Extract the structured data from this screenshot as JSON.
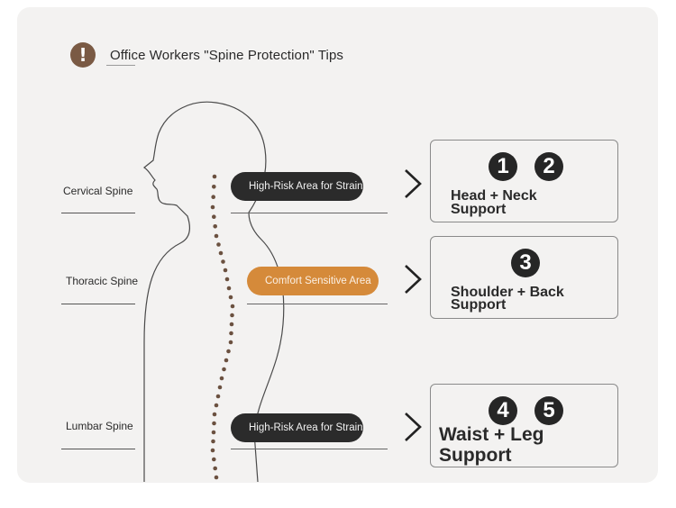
{
  "header": {
    "icon": "exclamation-icon",
    "icon_glyph": "!",
    "icon_color": "#7a5a44",
    "title": "Office Workers \"Spine Protection\" Tips"
  },
  "regions": [
    {
      "label": "Cervical Spine",
      "tag": "High-Risk Area for Strain",
      "tag_color": "#2b2b2b",
      "numbers": [
        "1",
        "2"
      ],
      "support_line1": "Head + Neck",
      "support_line2": "Support"
    },
    {
      "label": "Thoracic Spine",
      "tag": "Comfort Sensitive Area",
      "tag_color": "#d58a3a",
      "numbers": [
        "3"
      ],
      "support_line1": "Shoulder + Back",
      "support_line2": "Support"
    },
    {
      "label": "Lumbar Spine",
      "tag": "High-Risk Area for Strain",
      "tag_color": "#2b2b2b",
      "numbers": [
        "4",
        "5"
      ],
      "support_line1": "Waist + Leg",
      "support_line2": "Support"
    }
  ],
  "colors": {
    "background": "#f3f2f1",
    "spine_dots": "#6b5140",
    "outline": "#555555"
  }
}
